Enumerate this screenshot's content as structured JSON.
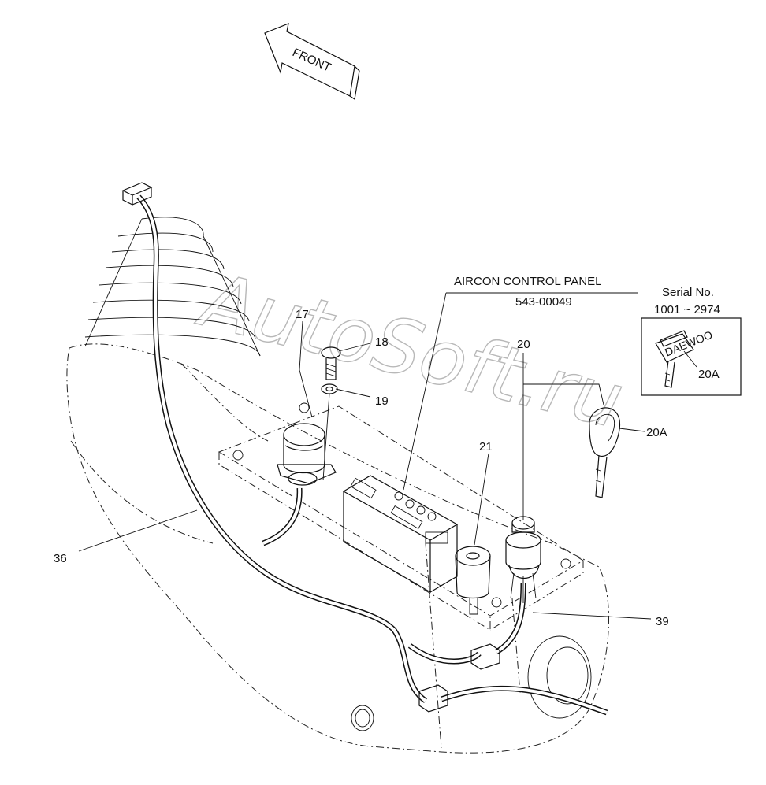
{
  "front_label": "FRONT",
  "watermark": "AutoSoft.ru",
  "callouts": {
    "c17": "17",
    "c18": "18",
    "c19": "19",
    "c20": "20",
    "c20a_main": "20A",
    "c21": "21",
    "c36": "36",
    "c39": "39"
  },
  "aircon_panel": {
    "title": "AIRCON CONTROL PANEL",
    "part_no": "543-00049"
  },
  "serial_box": {
    "line1": "Serial No.",
    "line2": "1001 ~ 2974",
    "callout": "20A",
    "key_brand": "DAEWOO"
  }
}
